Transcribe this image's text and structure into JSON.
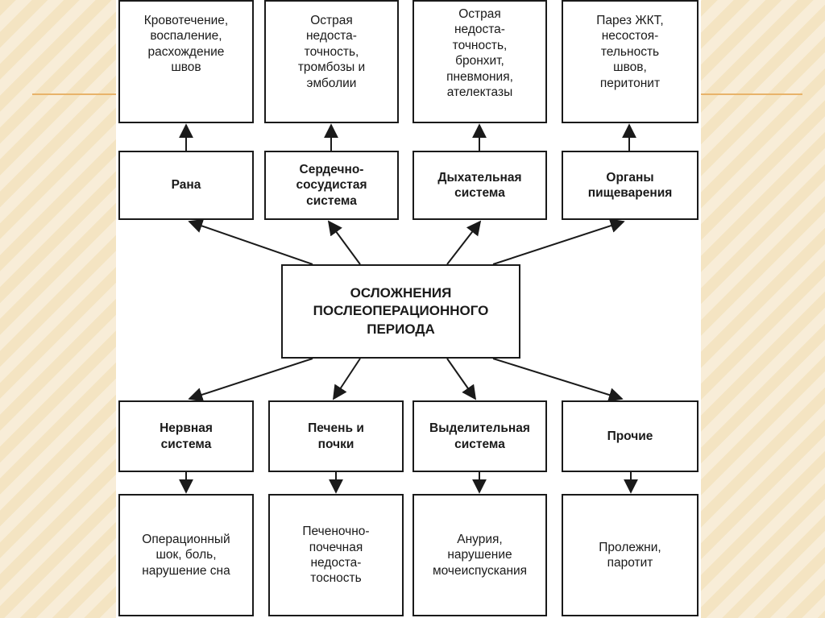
{
  "diagram": {
    "center": "ОСЛОЖНЕНИЯ\nПОСЛЕОПЕРАЦИОННОГО\nПЕРИОДА",
    "upper_systems": [
      {
        "label": "Рана",
        "complications": "Кровотечение,\nвоспаление,\nрасхождение\nшвов"
      },
      {
        "label": "Сердечно-\nсосудистая\nсистема",
        "complications": "Острая\nнедоста-\nточность,\nтромбозы и\nэмболии"
      },
      {
        "label": "Дыхательная\nсистема",
        "complications": "Острая\nнедоста-\nточность,\nбронхит,\nпневмония,\nателектазы"
      },
      {
        "label": "Органы\nпищеварения",
        "complications": "Парез ЖКТ,\nнесостоя-\nтельность\nшвов,\nперитонит"
      }
    ],
    "lower_systems": [
      {
        "label": "Нервная\nсистема",
        "complications": "Операционный\nшок, боль,\nнарушение сна"
      },
      {
        "label": "Печень и\nпочки",
        "complications": "Печеночно-\nпочечная\nнедоста-\nтосность"
      },
      {
        "label": "Выделительная\nсистема",
        "complications": "Анурия,\nнарушение\nмочеиспускания"
      },
      {
        "label": "Прочие",
        "complications": "Пролежни,\nпаротит"
      }
    ]
  },
  "colors": {
    "background": "#f6ead0",
    "accent_line": "#e8b36a",
    "box_border": "#1a1a1a"
  }
}
